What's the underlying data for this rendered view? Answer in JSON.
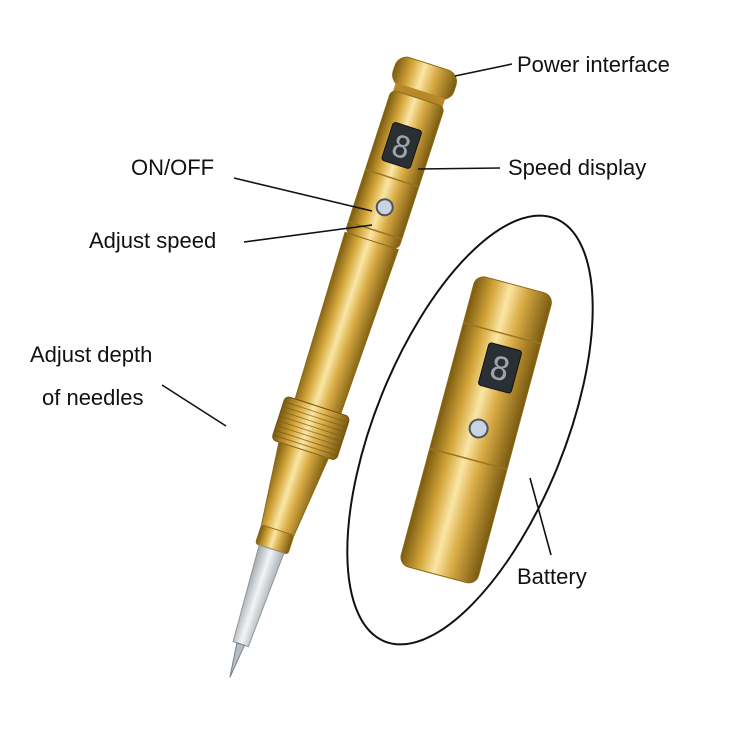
{
  "labels": {
    "power_interface": "Power interface",
    "speed_display": "Speed display",
    "on_off": "ON/OFF",
    "adjust_speed": "Adjust speed",
    "adjust_depth_line1": "Adjust depth",
    "adjust_depth_line2": "of needles",
    "battery": "Battery"
  },
  "display": {
    "digit": "8"
  },
  "colors": {
    "gold_light": "#F3D27A",
    "gold_mid": "#D4A63A",
    "gold_dark": "#8C6A14",
    "leader": "#111111",
    "needle": "#C8CCCF",
    "display_bg": "#2A2F33"
  }
}
